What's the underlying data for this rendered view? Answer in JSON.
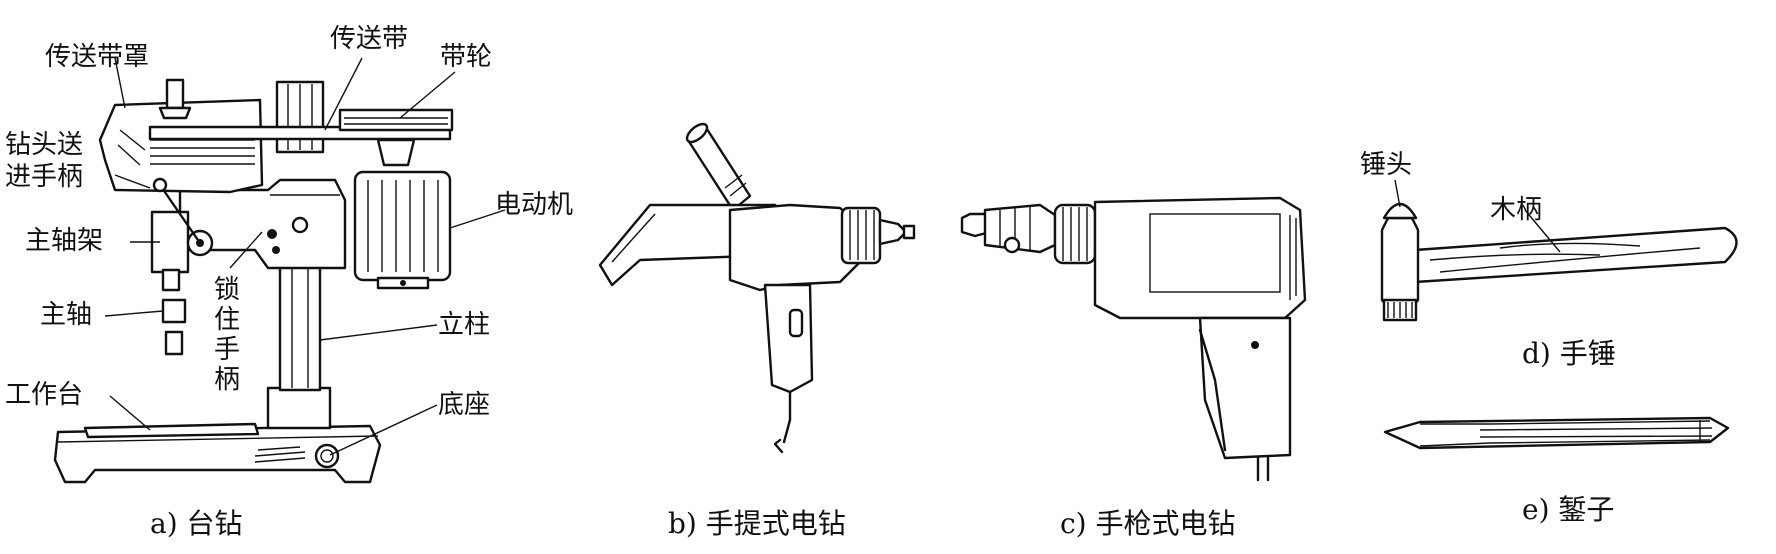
{
  "figures": {
    "a": {
      "caption": "a) 台钻",
      "labels": {
        "belt_cover": "传送带罩",
        "belt": "传送带",
        "pulley": "带轮",
        "feed_handle_line1": "钻头送",
        "feed_handle_line2": "进手柄",
        "motor": "电动机",
        "spindle_frame": "主轴架",
        "spindle": "主轴",
        "lock_handle": "锁住手柄",
        "column": "立柱",
        "worktable": "工作台",
        "base": "底座"
      }
    },
    "b": {
      "caption": "b) 手提式电钻"
    },
    "c": {
      "caption": "c) 手枪式电钻"
    },
    "d": {
      "caption": "d) 手锤",
      "labels": {
        "hammer_head": "锤头",
        "wood_handle": "木柄"
      }
    },
    "e": {
      "caption": "e) 錾子"
    }
  }
}
